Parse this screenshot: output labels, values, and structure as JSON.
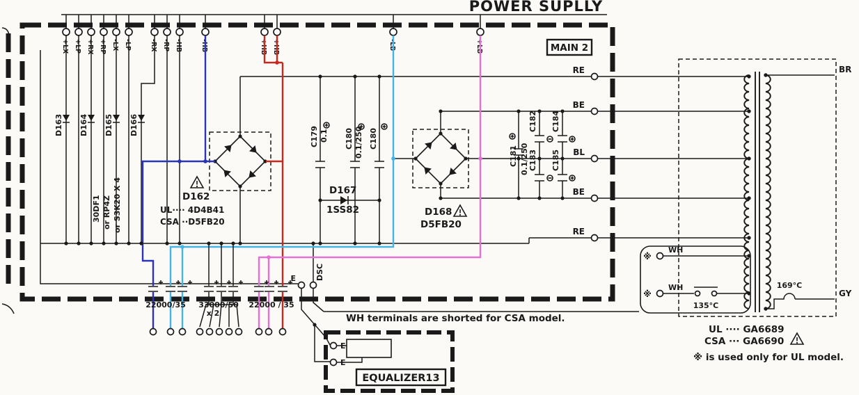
{
  "title": "POWER SUPLLY",
  "board_label": "MAIN 2",
  "top_terminals": [
    "+LX",
    "+LP",
    "+RX",
    "+RP",
    "-LX",
    "-LP",
    "-RX",
    "-RP",
    "-HB",
    "-HB",
    "+HB",
    "+HB",
    "-LB",
    "+LB"
  ],
  "left_diodes": {
    "d163": "D163",
    "d164": "D164",
    "d165": "D165",
    "d166": "D166",
    "type_line1": "30DF1",
    "type_line2": "or RP4Z",
    "type_line3": "or S3K20 X 4"
  },
  "bridge_d162": {
    "name": "D162",
    "ul": "UL···· 4D4B41",
    "csa": "CSA ··D5FB20"
  },
  "d167": {
    "name": "D167",
    "type": "1SS82"
  },
  "bridge_d168": {
    "name": "D168",
    "type": "D5FB20"
  },
  "filter_caps": {
    "c179": "C179",
    "c179_value": "0.1",
    "c180a": "C180",
    "c180a_value": "0.1/250",
    "c180b": "C180"
  },
  "right_caps": {
    "c181": "C181",
    "c181_value": "0.1/250",
    "c182": "C182",
    "c183": "C183",
    "c184": "C184",
    "c185": "C185"
  },
  "bulk_caps": {
    "group1_value": "22000/35",
    "group2_value": "33000/50",
    "group2_qty": "x 2",
    "group3_value": "22000 / 35"
  },
  "wire_labels": [
    "RE",
    "BE",
    "BL",
    "BE",
    "RE"
  ],
  "wh_labels": [
    "WH",
    "WH"
  ],
  "ref_mark": "※",
  "e_dsc": {
    "e": "E",
    "dsc": "DSC"
  },
  "equalizer": {
    "label": "EQUALIZER13",
    "e1": "E",
    "e2": "E"
  },
  "notes": {
    "wh_note": "WH terminals are shorted for CSA model.",
    "ul_note": "※ is used only for UL model."
  },
  "transformer": {
    "label_br": "BR",
    "label_gy": "GY",
    "fuse_temp": "169°C",
    "switch_temp": "135°C",
    "ul": "UL ···· GA6689",
    "csa": "CSA ··· GA6690"
  },
  "colors": {
    "line": "#1a1a1a",
    "paper": "#fbfaf7",
    "wire_blue": "#2a35b5",
    "wire_red": "#c9281e",
    "wire_cyan": "#45b4e4",
    "wire_magenta": "#e272d2"
  }
}
